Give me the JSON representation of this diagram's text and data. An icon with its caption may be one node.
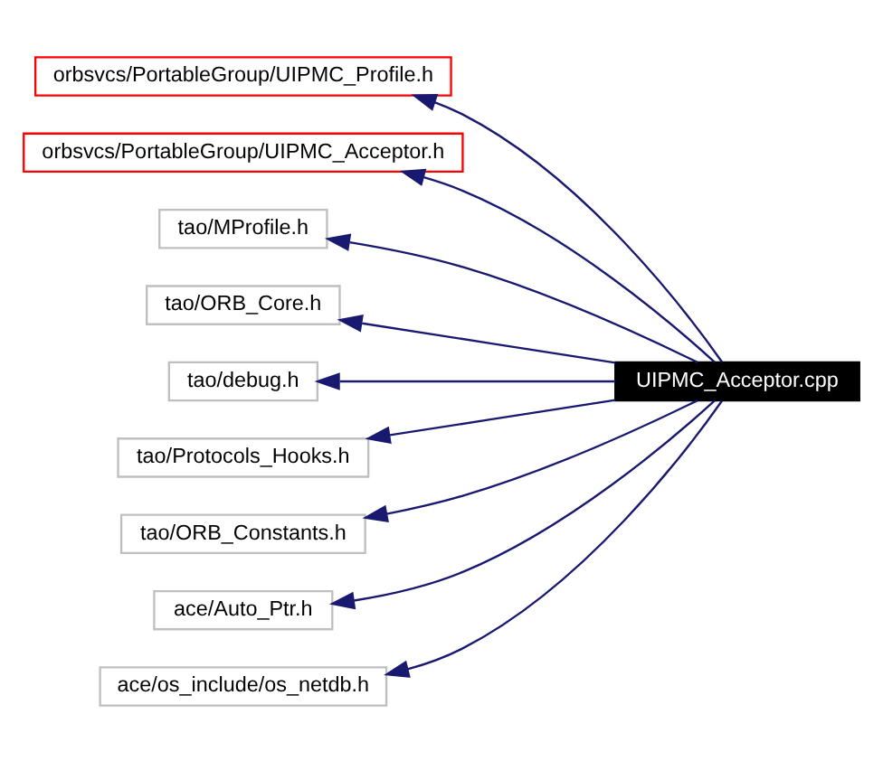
{
  "diagram": {
    "nodes": [
      {
        "text": [
          "orbsvcs/PortableGroup/UIPMC_Profile.h"
        ]
      },
      {
        "text": [
          "orbsvcs/PortableGroup/UIPMC_Acceptor.h"
        ]
      },
      {
        "text": [
          "tao/MProfile.h"
        ]
      },
      {
        "text": [
          "tao/ORB_Core.h"
        ]
      },
      {
        "text": [
          "tao/debug.h"
        ]
      },
      {
        "text": [
          "UIPMC_Acceptor.cpp"
        ]
      },
      {
        "text": [
          "tao/Protocols_Hooks.h"
        ]
      },
      {
        "text": [
          "tao/ORB_Constants.h"
        ]
      },
      {
        "text": [
          "ace/Auto_Ptr.h"
        ]
      },
      {
        "text": [
          "ace/os_include/os_netdb.h"
        ]
      }
    ],
    "edges": [
      {
        "from": 5,
        "to": 0,
        "arrow": "to"
      },
      {
        "from": 5,
        "to": 1,
        "arrow": "to"
      },
      {
        "from": 5,
        "to": 2,
        "arrow": "to"
      },
      {
        "from": 5,
        "to": 3,
        "arrow": "to"
      },
      {
        "from": 5,
        "to": 4,
        "arrow": "to"
      },
      {
        "from": 5,
        "to": 6,
        "arrow": "to"
      },
      {
        "from": 5,
        "to": 7,
        "arrow": "to"
      },
      {
        "from": 5,
        "to": 8,
        "arrow": "to"
      },
      {
        "from": 5,
        "to": 9,
        "arrow": "to"
      }
    ]
  }
}
